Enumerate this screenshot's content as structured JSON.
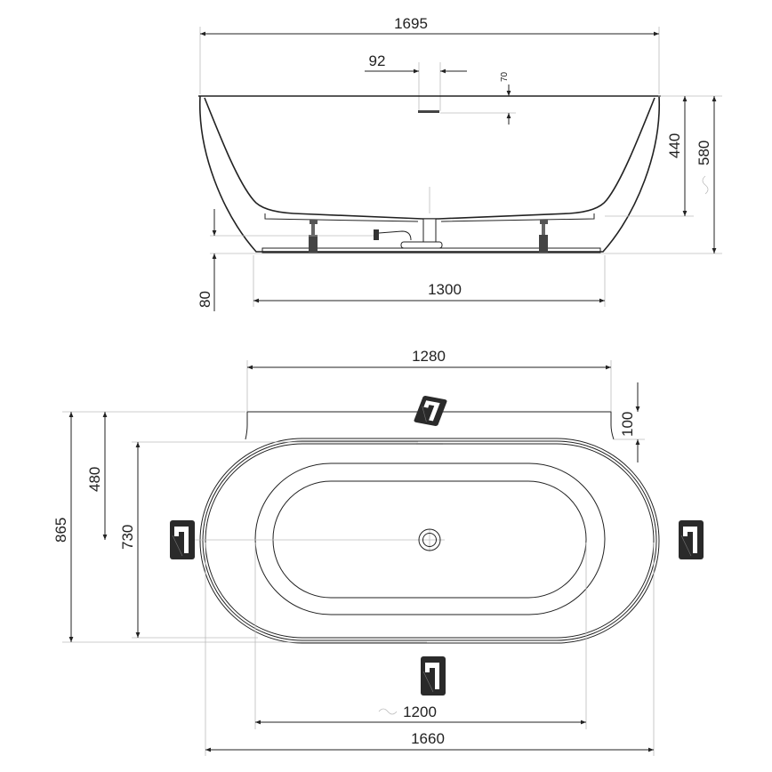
{
  "side_view": {
    "dimensions": {
      "overall_length": "1695",
      "overflow_offset": "92",
      "overflow_depth": "70",
      "inner_depth": "440",
      "overall_height": "580",
      "leg_height": "80",
      "base_length": "1300"
    }
  },
  "plan_view": {
    "dimensions": {
      "back_panel_width": "1280",
      "back_panel_depth": "100",
      "overall_width": "865",
      "drain_offset": "480",
      "oval_width": "730",
      "inner_length": "1200",
      "oval_length": "1660"
    },
    "faucet_positions": [
      "back-wall",
      "left-end",
      "right-end",
      "front-side"
    ]
  },
  "colors": {
    "line": "#222222",
    "extension": "#bbbbbb",
    "icon": "#222222"
  }
}
